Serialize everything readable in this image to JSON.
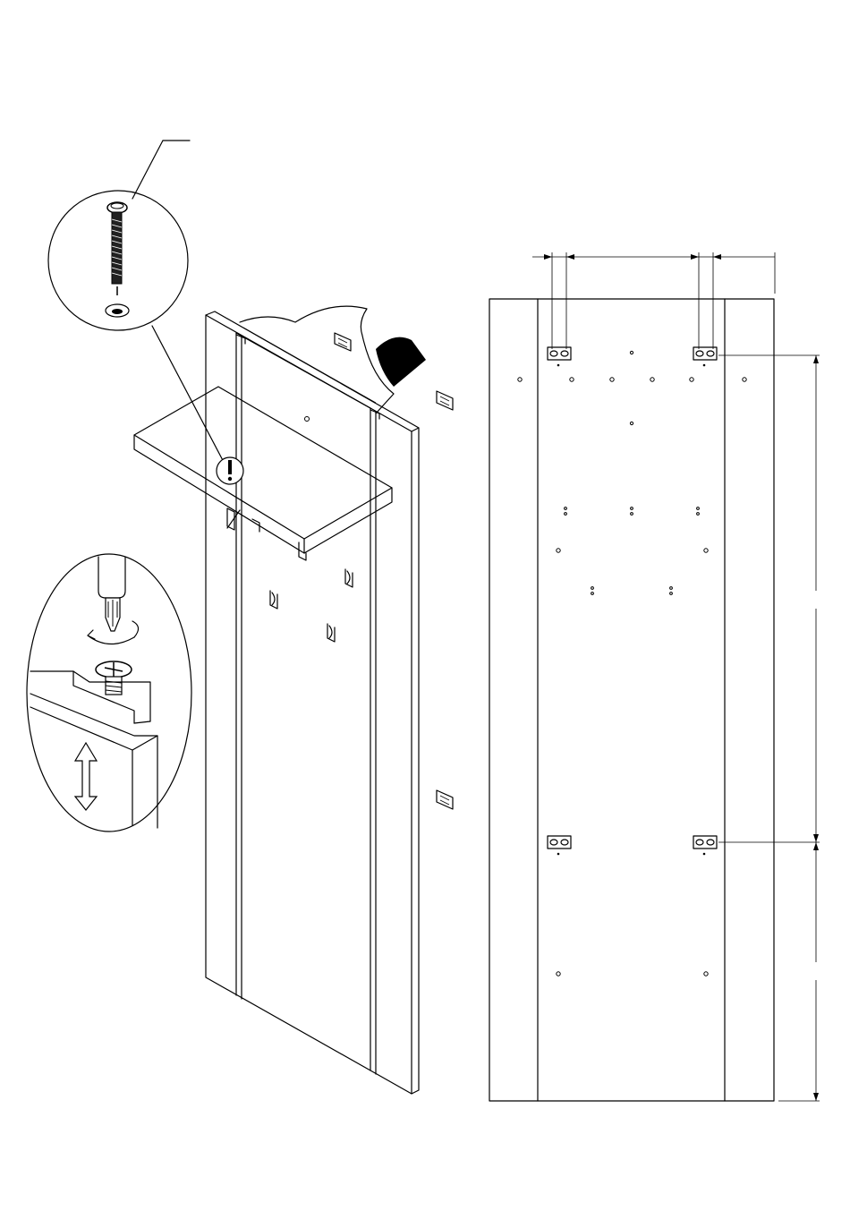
{
  "figure": {
    "kind": "assembly-instruction",
    "colors": {
      "line": "#000000",
      "background": "#ffffff"
    },
    "icons": [
      "screw-icon",
      "screwdriver-icon",
      "rotate-arrow-icon",
      "up-down-arrow-icon",
      "warning-exclamation-icon",
      "peel-film-icon"
    ],
    "mounting_brackets": 4,
    "coat_hooks": 3
  }
}
